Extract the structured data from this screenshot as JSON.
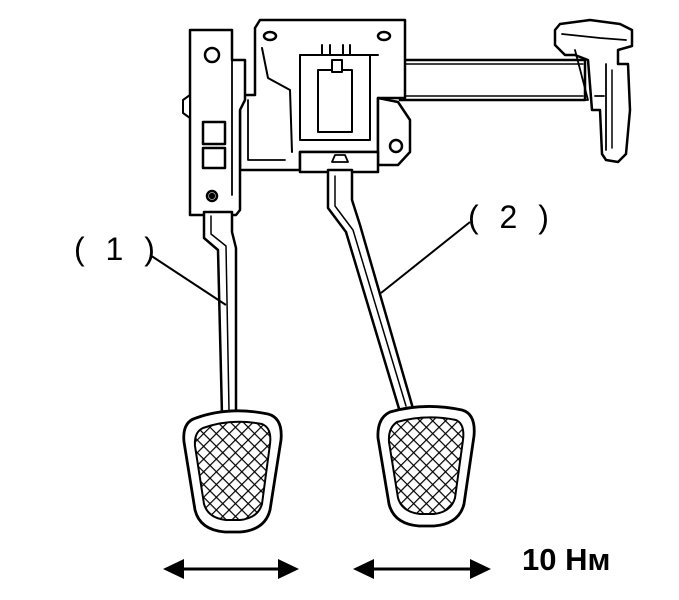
{
  "labels": {
    "pedal_1": "( 1 )",
    "pedal_2": "( 2 )",
    "torque": "10 Нм"
  },
  "colors": {
    "ink": "#000000",
    "paper": "#ffffff"
  }
}
